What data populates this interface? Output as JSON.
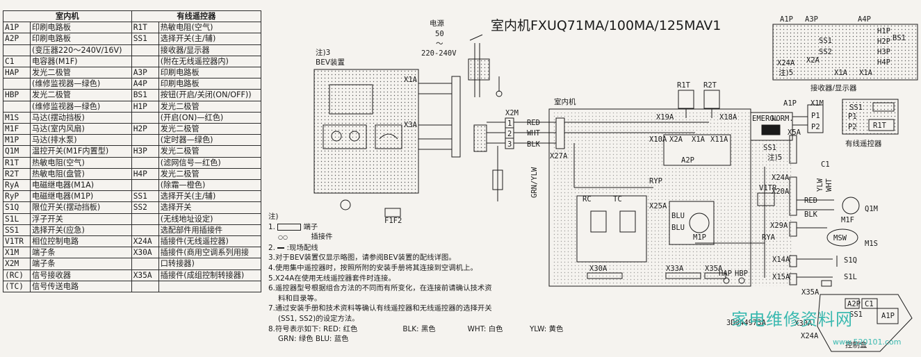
{
  "title": "室内机FXUQ71MA/100MA/125MAV1",
  "legend": {
    "left_header": "室内机",
    "right_header": "有线遥控器",
    "rows": [
      {
        "lc": "A1P",
        "ld": "印刷电路板",
        "rc": "R1T",
        "rd": "热敏电阻(空气)"
      },
      {
        "lc": "A2P",
        "ld": "印刷电路板",
        "rc": "SS1",
        "rd": "选择开关(主/辅)"
      },
      {
        "lc": "",
        "ld": "(变压器220～240V/16V)",
        "rc": "",
        "rd": "接收器/显示器"
      },
      {
        "lc": "C1",
        "ld": "电容器(M1F)",
        "rc": "",
        "rd": "(附在无线遥控器内)"
      },
      {
        "lc": "HAP",
        "ld": "发光二极管",
        "rc": "A3P",
        "rd": "印刷电路板"
      },
      {
        "lc": "",
        "ld": "(维修监视器—绿色)",
        "rc": "A4P",
        "rd": "印刷电路板"
      },
      {
        "lc": "HBP",
        "ld": "发光二极管",
        "rc": "BS1",
        "rd": "按钮(开启/关闭(ON/OFF))"
      },
      {
        "lc": "",
        "ld": "(维修监视器—绿色)",
        "rc": "H1P",
        "rd": "发光二极管"
      },
      {
        "lc": "M1S",
        "ld": "马达(摆动挡板)",
        "rc": "",
        "rd": "(开启(ON)—红色)"
      },
      {
        "lc": "M1F",
        "ld": "马达(室内风扇)",
        "rc": "H2P",
        "rd": "发光二极管"
      },
      {
        "lc": "M1P",
        "ld": "马达(排水泵)",
        "rc": "",
        "rd": "(定时器—绿色)"
      },
      {
        "lc": "Q1M",
        "ld": "温控开关(M1F内置型)",
        "rc": "H3P",
        "rd": "发光二极管"
      },
      {
        "lc": "R1T",
        "ld": "热敏电阻(空气)",
        "rc": "",
        "rd": "(滤网信号—红色)"
      },
      {
        "lc": "R2T",
        "ld": "热敏电阻(盘管)",
        "rc": "H4P",
        "rd": "发光二极管"
      },
      {
        "lc": "RyA",
        "ld": "电磁继电器(M1A)",
        "rc": "",
        "rd": "(除霜—橙色)"
      },
      {
        "lc": "RyP",
        "ld": "电磁继电器(M1P)",
        "rc": "SS1",
        "rd": "选择开关(主/辅)"
      },
      {
        "lc": "S1Q",
        "ld": "限位开关(摆动挡板)",
        "rc": "SS2",
        "rd": "选择开关"
      },
      {
        "lc": "S1L",
        "ld": "浮子开关",
        "rc": "",
        "rd": "(无线地址设定)"
      },
      {
        "lc": "SS1",
        "ld": "选择开关(应急)",
        "rc": "",
        "rd": "选配部件用插接件"
      },
      {
        "lc": "V1TR",
        "ld": "相位控制电路",
        "rc": "X24A",
        "rd": "插接件(无线遥控器)"
      },
      {
        "lc": "X1M",
        "ld": "端子条",
        "rc": "X30A",
        "rd": "插接件(商用空调系列用接"
      },
      {
        "lc": "X2M",
        "ld": "端子条",
        "rc": "",
        "rd": "口转接器)"
      },
      {
        "lc": "(RC)",
        "ld": "信号接收器",
        "rc": "X35A",
        "rd": "插接件(成组控制转接器)"
      },
      {
        "lc": "(TC)",
        "ld": "信号传送电路",
        "rc": "",
        "rd": ""
      }
    ]
  },
  "power": {
    "label": "电源",
    "freq": "50",
    "tilde": "～",
    "volt": "220-240V"
  },
  "bev": {
    "note": "注)3",
    "label": "BEV装置",
    "x1a": "X1A",
    "x3a": "X3A",
    "f": "F1F2"
  },
  "x2m": {
    "label": "X2M",
    "t1": "1",
    "t2": "2",
    "t3": "3",
    "red": "RED",
    "wht": "WHT",
    "blk": "BLK",
    "grn": "GRN/YLW"
  },
  "indoor": {
    "label": "室内机",
    "a1p": "A1P",
    "r1t": "R1T",
    "r2t": "R2T",
    "x19a": "X19A",
    "x18a": "X18A",
    "x27a": "X27A",
    "x10a": "X10A",
    "x2a": "X2A",
    "x1a": "X1A",
    "x11a": "X11A",
    "a2p": "A2P",
    "ryp": "RYP",
    "rc": "RC",
    "tc": "TC",
    "x25a": "X25A",
    "blu1": "BLU",
    "blu2": "BLU",
    "m1p": "M1P",
    "rya": "RYA",
    "x30a": "X30A",
    "x33a": "X33A",
    "x35a": "X35A",
    "hap": "HAP",
    "hbp": "HBP",
    "emerg": "EMERG.",
    "norm": "NORM.",
    "ss1": "SS1",
    "note5": "注)5",
    "x5a": "X5A",
    "x24a": "X24A",
    "x20a": "X20A",
    "v1tr": "V1TR",
    "c1": "C1",
    "ylw": "YLW",
    "wht": "WHT",
    "red": "RED",
    "blk": "BLK",
    "q1m": "Q1M",
    "m1f": "M1F",
    "x29a": "X29A",
    "msw": "MSW",
    "m1s": "M1S",
    "x14a": "X14A",
    "s1q": "S1Q",
    "x15a": "X15A",
    "s1l": "S1L",
    "x1m": "X1M",
    "p1": "P1",
    "p2": "P2"
  },
  "remote": {
    "ss1": "SS1",
    "p1": "P1",
    "p2": "P2",
    "r1t": "R1T",
    "label": "有线遥控器"
  },
  "receiver": {
    "a1p": "A1P",
    "a3p": "A3P",
    "a4p": "A4P",
    "h1p": "H1P",
    "h2p": "H2P",
    "h3p": "H3P",
    "h4p": "H4P",
    "bs1": "BS1",
    "ss1": "SS1",
    "ss2": "SS2",
    "x24a": "X24A",
    "x2a": "X2A",
    "x1a1": "X1A",
    "x1a2": "X1A",
    "note5": "注)5",
    "label": "接收器/显示器"
  },
  "controlbox": {
    "x35a": "X35A",
    "a2p": "A2P",
    "c1": "C1",
    "ss1": "SS1",
    "a1p": "A1P",
    "x30a": "X30A",
    "x24a": "X24A",
    "label": "控制盒"
  },
  "code": "3D044973A",
  "notes": {
    "head": "注)",
    "n1": "1.",
    "n1a": "端子",
    "n1b": "插接件",
    "n2": "2.",
    "n2a": ":现场配线",
    "n3": "3.对于BEV装置仅显示略图，请参阅BEV装置的配线详图。",
    "n4": "4.使用集中遥控器时，按照所附的安装手册将其连接到空调机上。",
    "n5": "5.X24A在使用无线遥控器套件时连接。",
    "n6a": "6.遥控器型号根据组合方法的不同而有所变化，在连接前请确认技术资",
    "n6b": "料和目录等。",
    "n7a": "7.通过安装手册和技术资料等确认有线遥控器和无线遥控器的选择开关",
    "n7b": "(SS1, SS2)的设定方法。",
    "n8a": "8.符号表示如下: RED: 红色",
    "n8b": "BLK: 黑色",
    "n8c": "WHT: 白色",
    "n8d": "YLW: 黄色",
    "n8e": "GRN: 绿色  BLU: 蓝色"
  },
  "watermark": {
    "cn": "家电维修资料网",
    "url": "www.520101.com"
  }
}
